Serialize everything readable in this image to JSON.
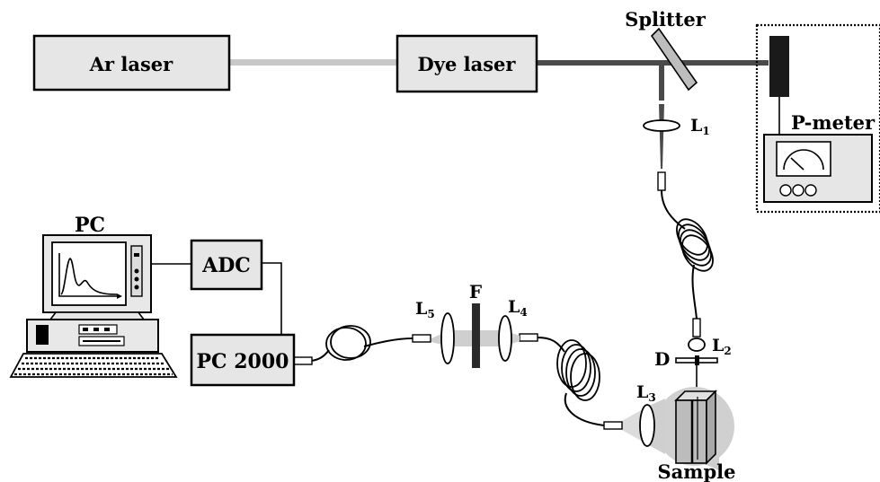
{
  "diagram": {
    "components": {
      "ar_laser": "Ar laser",
      "dye_laser": "Dye laser",
      "splitter": "Splitter",
      "p_meter": "P-meter",
      "pc": "PC",
      "adc": "ADC",
      "pc2000": "PC 2000",
      "filter": "F",
      "diaphragm": "D",
      "sample": "Sample"
    },
    "lenses": {
      "l1": {
        "letter": "L",
        "index": "1"
      },
      "l2": {
        "letter": "L",
        "index": "2"
      },
      "l3": {
        "letter": "L",
        "index": "3"
      },
      "l4": {
        "letter": "L",
        "index": "4"
      },
      "l5": {
        "letter": "L",
        "index": "5"
      }
    },
    "colors": {
      "box_fill": "#e6e6e6",
      "beam_main": "#4a4a4a",
      "beam_ar": "#c8c8c8",
      "detector": "#1a1a1a"
    }
  }
}
